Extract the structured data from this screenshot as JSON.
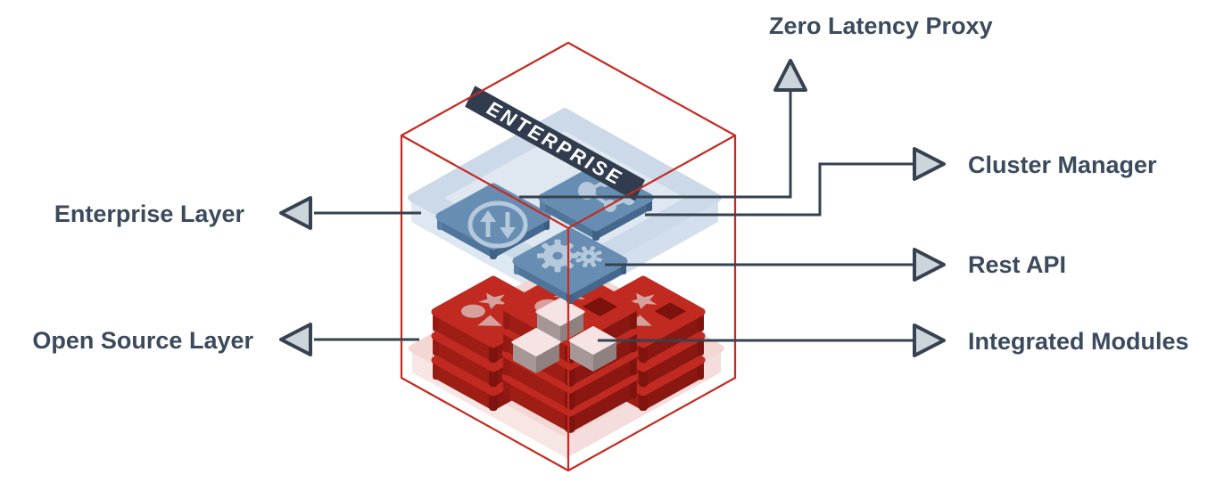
{
  "banner": {
    "label": "ENTERPRISE"
  },
  "callouts": {
    "zero_latency_proxy": {
      "label": "Zero Latency Proxy"
    },
    "enterprise_layer": {
      "label": "Enterprise Layer"
    },
    "open_source_layer": {
      "label": "Open Source Layer"
    },
    "cluster_manager": {
      "label": "Cluster Manager"
    },
    "rest_api": {
      "label": "Rest API"
    },
    "integrated_modules": {
      "label": "Integrated Modules"
    }
  },
  "icons": {
    "updown_arrows_icon": "circled up-down transfer arrows (zero latency proxy tile)",
    "cluster_nodes_icon": "connected nodes network (cluster manager tile)",
    "gears_icon": "large and small gears (rest api tile)",
    "redis_logo_shapes": "star, circle, triangle and square slot on redis slab",
    "module_cubes_icon": "three stacked white cubes (integrated modules)"
  },
  "colors": {
    "label_text": "#3b4a5c",
    "callout_line": "#36424f",
    "arrowhead_fill": "#ccd4dc",
    "cube_outline": "#c42b22",
    "banner_bg": "#313d4e",
    "banner_text": "#ffffff",
    "enterprise_platform": "#cbd9e9",
    "open_source_platform": "#f2d7d5",
    "tile_top": "#688db2",
    "tile_icon": "#b4c9db",
    "redis_slab_top": "#c02a20",
    "redis_slab_side": "#9c1d15",
    "redis_shapes": "#d8a8a3",
    "module_cube_top": "#f6e3e3"
  }
}
